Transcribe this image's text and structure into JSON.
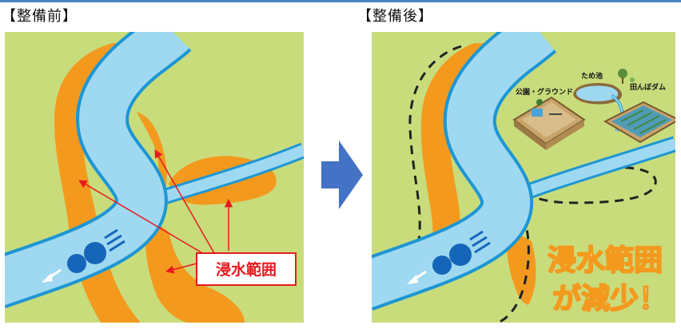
{
  "titles": {
    "before": "【整備前】",
    "after": "【整備後】"
  },
  "before_panel": {
    "flood_label": "浸水範囲"
  },
  "after_panel": {
    "facilities": {
      "reservoir": "ため池",
      "park": "公園・グラウンド",
      "paddy_dam": "田んぼダム"
    },
    "result_line1": "浸水範囲",
    "result_line2": "が減少！"
  },
  "colors": {
    "ground": "#c9dc7c",
    "river": "#9fd8f1",
    "river_edge": "#1d96d3",
    "flood": "#f39a1e",
    "pointer": "#e8191f",
    "flow_marker": "#1566b9",
    "transition_arrow": "#4472c4",
    "top_rule": "#4a86c5"
  },
  "icons": {
    "flow": "flow-direction-icon",
    "transition": "right-arrow-icon"
  }
}
